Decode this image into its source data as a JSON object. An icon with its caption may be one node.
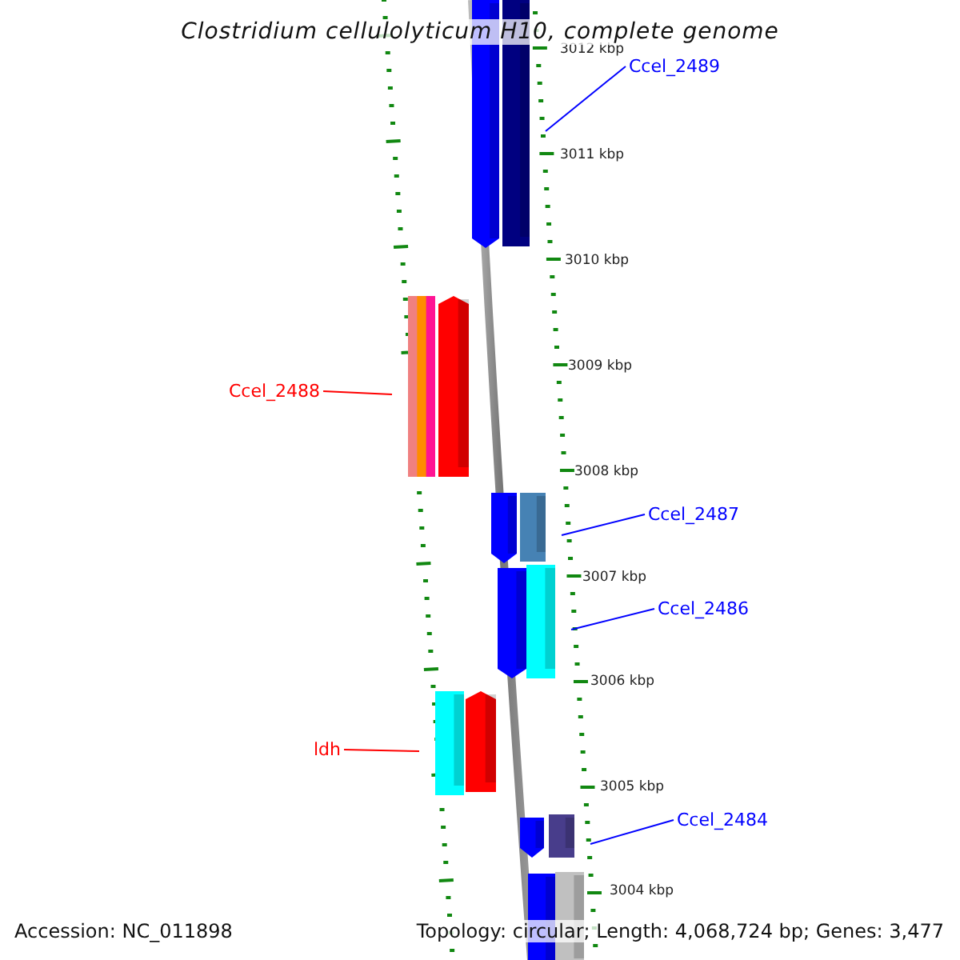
{
  "diagram": {
    "title": "Clostridium cellulolyticum H10, complete genome",
    "nodes": [
      {
        "text": [],
        "shape": "bar"
      },
      {
        "text": [],
        "shape": "bar"
      },
      {
        "text": [
          "Ccel_2489"
        ]
      },
      {
        "text": [],
        "shape": "bar"
      },
      {
        "text": [],
        "shape": "bar"
      },
      {
        "text": [
          "Ccel_2488"
        ]
      },
      {
        "text": [],
        "shape": "bar"
      },
      {
        "text": [],
        "shape": "bar"
      },
      {
        "text": [
          "Ccel_2487"
        ]
      },
      {
        "text": [],
        "shape": "bar"
      },
      {
        "text": [],
        "shape": "bar"
      },
      {
        "text": [
          "Ccel_2486"
        ]
      },
      {
        "text": [],
        "shape": "bar"
      },
      {
        "text": [],
        "shape": "bar"
      },
      {
        "text": [
          "ldh"
        ]
      },
      {
        "text": [],
        "shape": "bar"
      },
      {
        "text": [],
        "shape": "bar"
      },
      {
        "text": [
          "Ccel_2484"
        ]
      },
      {
        "text": [],
        "shape": "bar"
      },
      {
        "text": [],
        "shape": "bar"
      }
    ],
    "edges": [
      {
        "from": 2,
        "to": 1,
        "arrow": "none"
      },
      {
        "from": 5,
        "to": 3,
        "arrow": "none",
        "color": "#ff0000"
      },
      {
        "from": 8,
        "to": 7,
        "arrow": "none"
      },
      {
        "from": 11,
        "to": 10,
        "arrow": "none"
      },
      {
        "from": 14,
        "to": 12,
        "arrow": "none",
        "color": "#ff0000"
      },
      {
        "from": 17,
        "to": 16,
        "arrow": "none"
      }
    ],
    "labels": [
      "3012 kbp",
      "3011 kbp",
      "3010 kbp",
      "3009 kbp",
      "3008 kbp",
      "3007 kbp",
      "3006 kbp",
      "3005 kbp",
      "3004 kbp",
      "Accession: NC_011898",
      "Topology: circular; Length: 4,068,724 bp; Genes: 3,477"
    ]
  }
}
